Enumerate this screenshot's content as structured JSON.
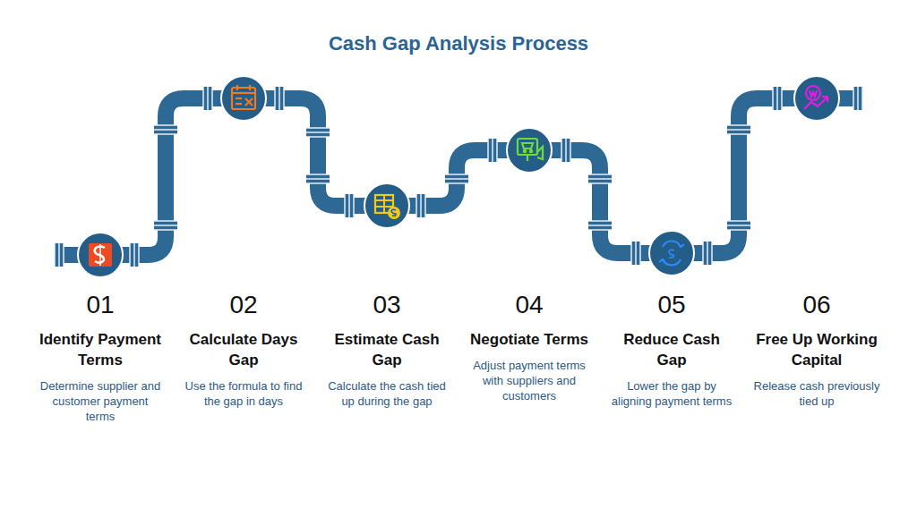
{
  "diagram": {
    "title": "Cash Gap Analysis Process",
    "nodes": [
      {
        "text": [
          "01",
          "Identify Payment Terms",
          "Determine supplier and customer payment terms"
        ]
      },
      {
        "text": [
          "02",
          "Calculate Days Gap",
          "Use the formula to find the gap in days"
        ]
      },
      {
        "text": [
          "03",
          "Estimate Cash Gap",
          "Calculate the cash tied up during the gap"
        ]
      },
      {
        "text": [
          "04",
          "Negotiate Terms",
          "Adjust payment terms with suppliers and customers"
        ]
      },
      {
        "text": [
          "05",
          "Reduce Cash Gap",
          "Lower the gap by aligning payment terms"
        ]
      },
      {
        "text": [
          "06",
          "Free Up Working Capital",
          "Release cash previously tied up"
        ]
      }
    ]
  }
}
